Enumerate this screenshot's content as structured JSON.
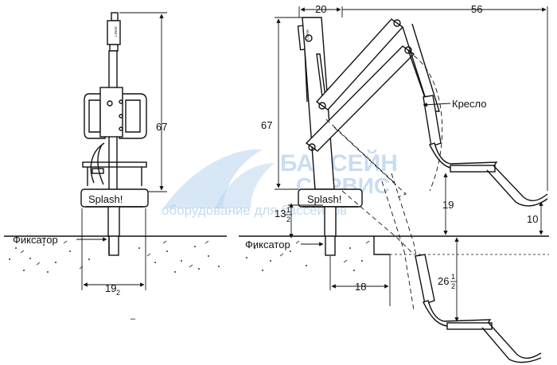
{
  "labels": {
    "fixator_left": "Фиксатор",
    "fixator_right": "Фиксатор",
    "seat": "Кресло",
    "brand_left": "Splash!",
    "brand_right": "Splash!",
    "device_tag_left": "LINAK",
    "device_tag_right": "LINAK"
  },
  "dimensions": {
    "height_left": "67",
    "height_right": "67",
    "top_width": "20",
    "reach": "56",
    "base_left_whole": "19",
    "base_left_frac": "2",
    "base_right": "18",
    "socket_whole": "13",
    "socket_num": "1",
    "socket_den": "2",
    "seat_height": "19",
    "seat_drop": "10",
    "depth_whole": "26",
    "depth_num": "1",
    "depth_den": "2",
    "dash": "–"
  },
  "watermark": {
    "line1": "БАССЕЙН",
    "line2": "СЕРВИС",
    "line3": "оборудование для бассейнов"
  }
}
